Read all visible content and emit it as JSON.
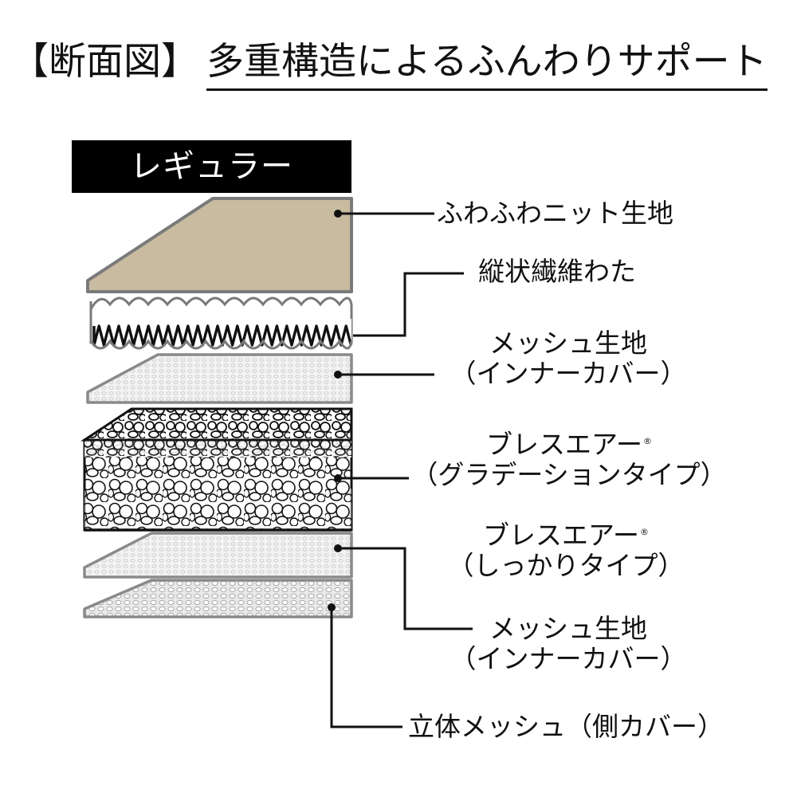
{
  "heading": {
    "bracket": "【断面図】",
    "title": "多重構造によるふんわりサポート"
  },
  "variant_label": "レギュラー",
  "layers": [
    {
      "line1": "ふわふわニット生地"
    },
    {
      "line1": "縦状繊維わた"
    },
    {
      "line1": "メッシュ生地",
      "line2": "（インナーカバー）"
    },
    {
      "line1": "ブレスエアー",
      "reg": "®",
      "line2": "（グラデーションタイプ）"
    },
    {
      "line1": "ブレスエアー",
      "reg": "®",
      "line2": "（しっかりタイプ）"
    },
    {
      "line1": "メッシュ生地",
      "line2": "（インナーカバー）"
    },
    {
      "line1": "立体メッシュ（側カバー）"
    }
  ],
  "colors": {
    "knit_fill": "#c8bba0",
    "mesh_fill": "#f1f1f1",
    "outline_gray": "#8a8a8a",
    "ink": "#111111",
    "variant_bg": "#000000"
  }
}
